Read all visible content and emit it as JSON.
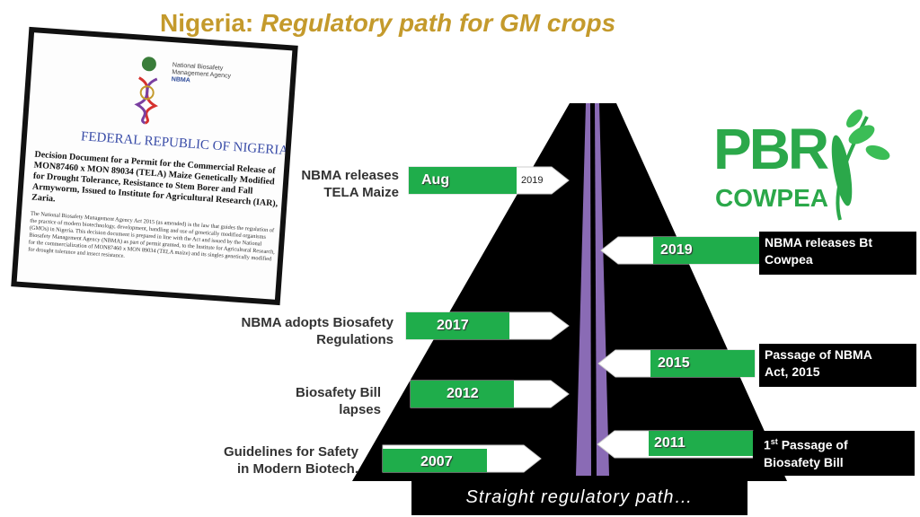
{
  "title": {
    "part1": "Nigeria:",
    "part2": "Regulatory path for GM crops"
  },
  "document": {
    "agency": "National Biosafety Management Agency",
    "agency_short": "NBMA",
    "heading": "FEDERAL REPUBLIC OF NIGERIA",
    "decision_text": "Decision Document for a Permit for the Commercial Release of MON87460 x MON 89034 (TELA) Maize Genetically Modified for Drought Tolerance, Resistance to Stem Borer and Fall Armyworm, Issued to Institute for Agricultural Research (IAR), Zaria.",
    "body_text": "The National Biosafety Management Agency Act 2015 (as amended) is the law that guides the regulation of the practice of modern biotechnology, development, handling and use of genetically modified organisms (GMOs) in Nigeria. This decision document is prepared in line with the Act and issued by the National Biosafety Management Agency (NBMA) as part of permit granted, to the Institute for Agricultural Research, for the commercialization of MON87460 x MON 89034 (TELA maize) and its singles genetically modified for drought tolerance and insect resistance."
  },
  "milestones": {
    "tela": {
      "label_line1": "NBMA releases",
      "label_line2": "TELA Maize",
      "badge": "Aug",
      "year": "2019"
    },
    "biosafety_regs": {
      "label_line1": "NBMA adopts Biosafety",
      "label_line2": "Regulations",
      "year": "2017"
    },
    "bill_lapses": {
      "label_line1": "Biosafety Bill",
      "label_line2": "lapses",
      "year": "2012"
    },
    "guidelines": {
      "label_line1": "Guidelines for Safety",
      "label_line2": "in Modern Biotech.",
      "year": "2007"
    },
    "bt_cowpea": {
      "year": "2019",
      "text_line1": "NBMA releases Bt",
      "text_line2": "Cowpea"
    },
    "nbma_act": {
      "year": "2015",
      "text_line1": "Passage of NBMA",
      "text_line2": "Act, 2015"
    },
    "bill_passage": {
      "year": "2011",
      "text_pre": "1",
      "text_sup": "st",
      "text_line1_rest": " Passage of",
      "text_line2": "Biosafety Bill"
    }
  },
  "logo": {
    "line1": "PBR",
    "line2": "COWPEA"
  },
  "footer": "Straight regulatory path…",
  "colors": {
    "title": "#c49a2c",
    "green": "#1fad4b",
    "road": "#000000",
    "lane": "#8a6bb5",
    "logo_green": "#2ba84a"
  }
}
